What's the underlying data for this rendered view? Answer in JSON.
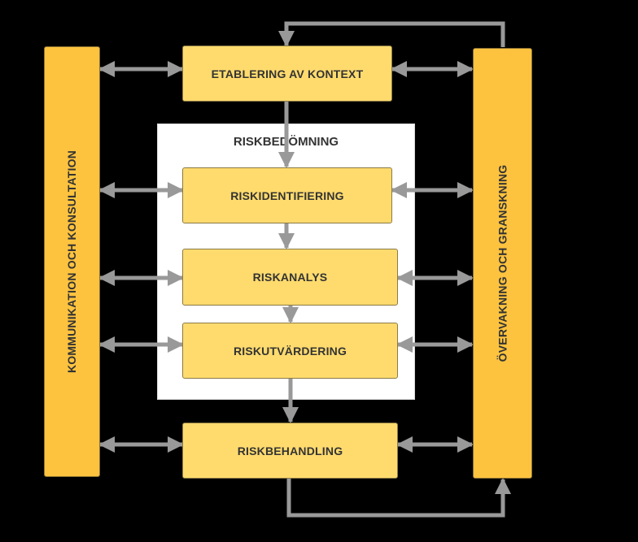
{
  "diagram": {
    "assessment_title": "RISKBEDÖMNING",
    "steps": {
      "context": "ETABLERING AV KONTEXT",
      "identification": "RISKIDENTIFIERING",
      "analysis": "RISKANALYS",
      "evaluation": "RISKUTVÄRDERING",
      "treatment": "RISKBEHANDLING"
    },
    "left_bar": "KOMMUNIKATION OCH KONSULTATION",
    "right_bar": "ÖVERVAKNING OCH GRANSKNING",
    "colors": {
      "background": "#000000",
      "step_fill": "#FFDB6E",
      "side_fill": "#FDC33F",
      "panel_fill": "#FFFFFF",
      "arrow": "#999999",
      "text": "#333333"
    }
  }
}
